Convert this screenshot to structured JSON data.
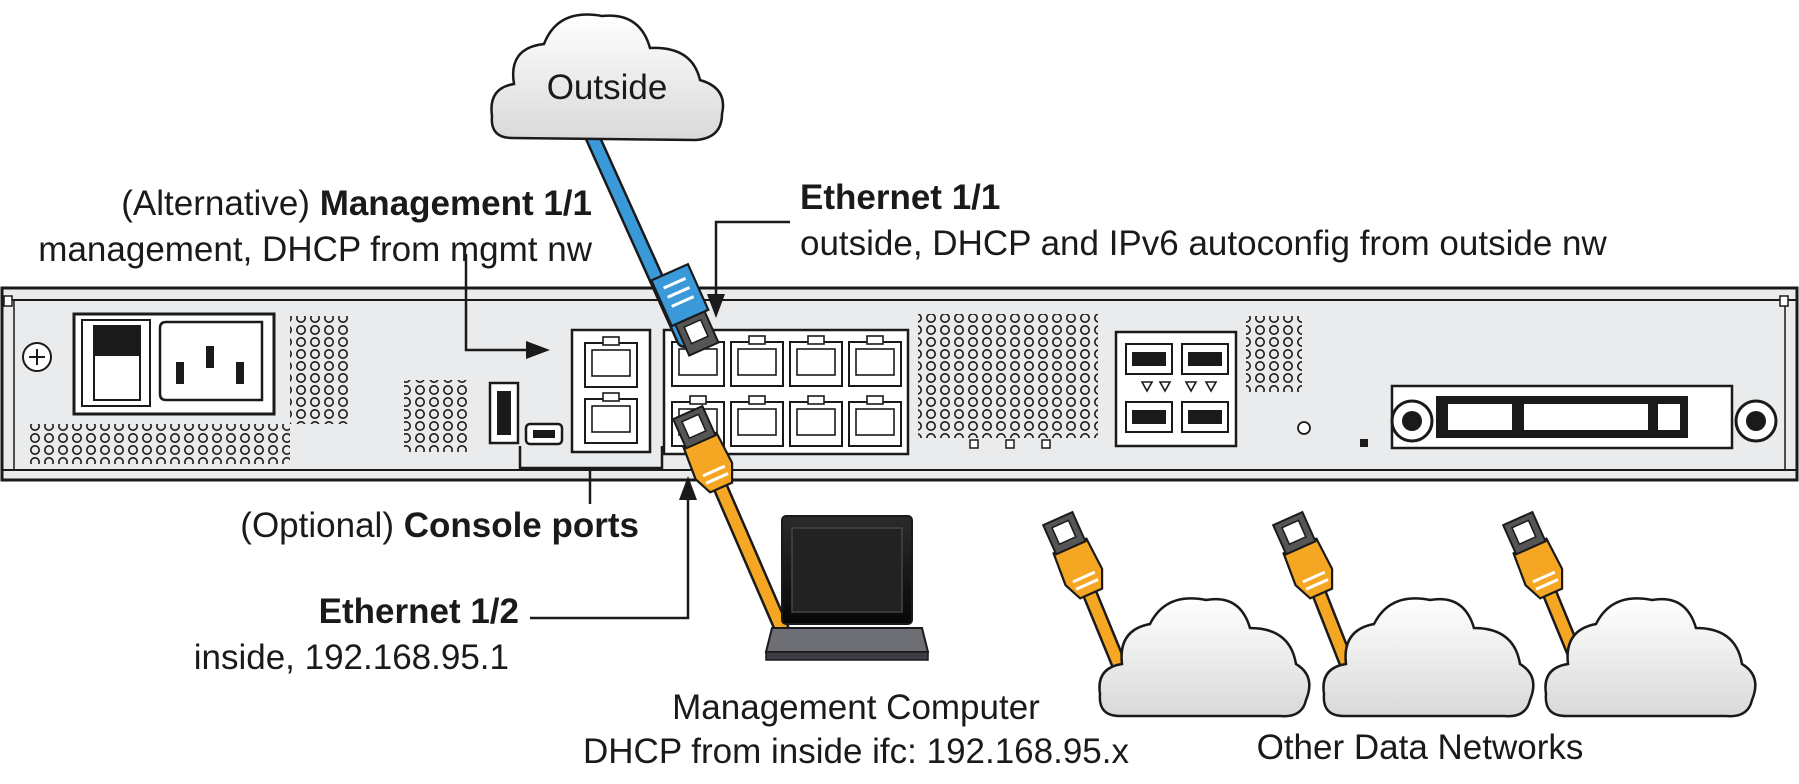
{
  "outside_cloud": {
    "label": "Outside"
  },
  "management_port": {
    "prefix": "(Alternative) ",
    "name": "Management 1/1",
    "description": "management, DHCP from mgmt nw"
  },
  "ethernet_1_1": {
    "name": "Ethernet 1/1",
    "description": "outside, DHCP and IPv6 autoconfig from outside nw"
  },
  "console_ports": {
    "prefix": "(Optional) ",
    "name": "Console ports"
  },
  "ethernet_1_2": {
    "name": "Ethernet 1/2",
    "description": "inside, 192.168.95.1"
  },
  "management_computer": {
    "title": "Management Computer",
    "description": "DHCP from inside ifc: 192.168.95.x"
  },
  "other_networks": {
    "label": "Other Data Networks"
  },
  "colors": {
    "outside_cable": "#3a9ad9",
    "inside_cable": "#f5a623",
    "chassis_fill": "#e9ebec",
    "outline": "#1a1a1a"
  }
}
